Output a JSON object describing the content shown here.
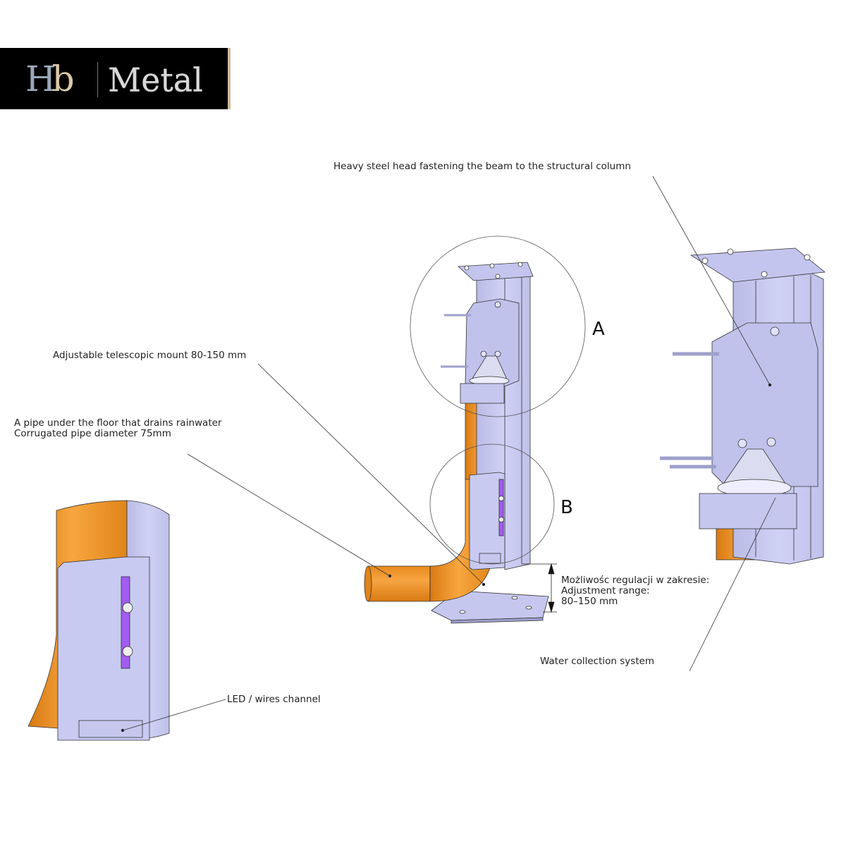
{
  "brand": {
    "monogram": "HB",
    "name": "Metal",
    "colors": {
      "background": "#000000",
      "monogram_left": "#9aa8b8",
      "monogram_right": "#d9c7a6",
      "wordmark": "#d8d8d8"
    }
  },
  "callouts": {
    "steel_head": "Heavy steel head fastening the beam to the structural column",
    "telescopic_mount": "Adjustable telescopic mount 80-150 mm",
    "drain_pipe_line1": "A pipe under the floor that drains rainwater",
    "drain_pipe_line2": "Corrugated pipe diameter 75mm",
    "adjustment_line1": "Możliwośc regulacji w zakresie:",
    "adjustment_line2": "Adjustment range:",
    "adjustment_line3": "80–150 mm",
    "water_collection": "Water collection system",
    "led_channel": "LED / wires channel"
  },
  "detail_markers": {
    "a": "A",
    "b": "B"
  },
  "colors": {
    "steel": "#c9cbf2",
    "steel_dark": "#a9abd8",
    "pipe": "#f29a2e",
    "pipe_dark": "#d97a12",
    "led_strip": "#a25cf0",
    "line": "#333333"
  }
}
